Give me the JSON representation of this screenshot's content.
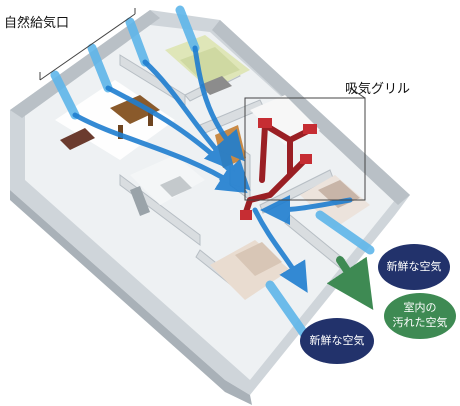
{
  "labels": {
    "natural_inlet": "自然給気口",
    "exhaust_grille": "吸気グリル"
  },
  "bubbles": {
    "fresh_air_upper": "新鮮な空気",
    "dirty_air": "室内の\n汚れた空気",
    "fresh_air_lower": "新鮮な空気"
  },
  "colors": {
    "fresh_air_arrow": "#2f8fd8",
    "duct": "#9a1f24",
    "fresh_air_bubble": "#22326b",
    "dirty_air_bubble": "#3e8a53",
    "wall": "#d9dde0",
    "floor": "#eef1f3"
  }
}
